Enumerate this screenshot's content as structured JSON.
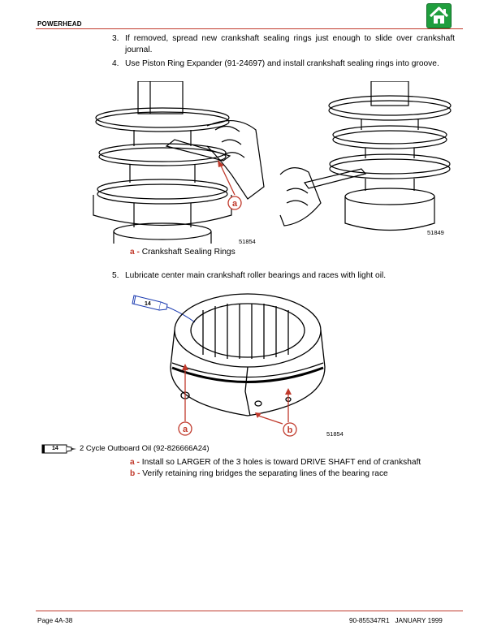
{
  "header": {
    "section": "POWERHEAD"
  },
  "steps": [
    {
      "num": "3.",
      "text": "If removed, spread new crankshaft sealing rings just enough to slide over crankshaft journal."
    },
    {
      "num": "4.",
      "text": "Use Piston Ring Expander (91-24697) and install crankshaft sealing rings into groove."
    },
    {
      "num": "5.",
      "text": "Lubricate center main crankshaft roller bearings and races with light oil."
    }
  ],
  "figure1": {
    "left_number": "51854",
    "right_number": "51849",
    "callout": "a"
  },
  "caption1": {
    "letter": "a",
    "sep": " - ",
    "text": "Crankshaft Sealing Rings"
  },
  "figure2": {
    "number": "51854",
    "callout_a": "a",
    "callout_b": "b",
    "tube_label": "14"
  },
  "lubricant": {
    "tube_label": "14",
    "text": "2 Cycle Outboard Oil (92-826666A24)"
  },
  "notes": [
    {
      "letter": "a",
      "sep": " - ",
      "text": "Install so LARGER of the 3 holes is toward DRIVE SHAFT end of crankshaft"
    },
    {
      "letter": "b",
      "sep": " - ",
      "text": "Verify retaining ring bridges the separating lines of the bearing race"
    }
  ],
  "footer": {
    "page": "Page 4A-38",
    "doc": "90-855347R1   JANUARY 1999"
  }
}
